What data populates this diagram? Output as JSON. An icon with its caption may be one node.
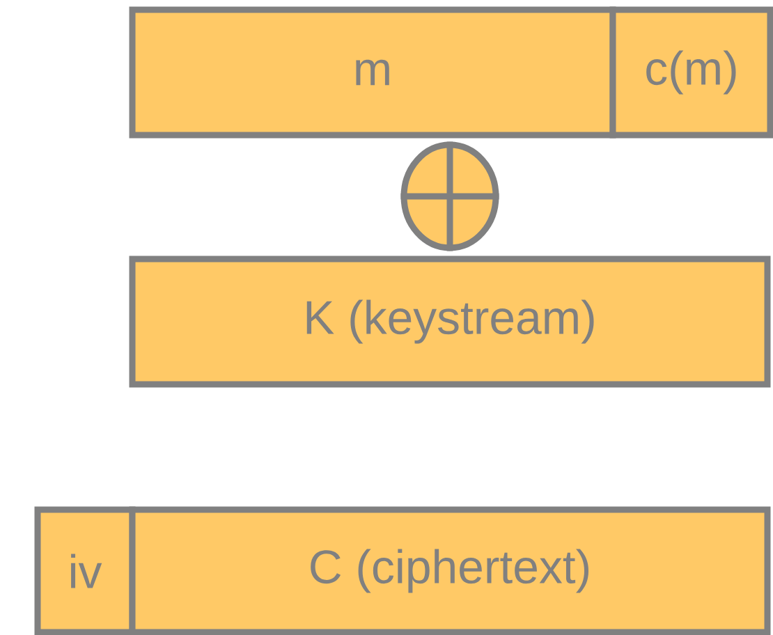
{
  "diagram": {
    "nodes": [
      {
        "text": [
          "m"
        ]
      },
      {
        "text": [
          "c(m)"
        ]
      },
      {
        "text": [],
        "shape": "circle"
      },
      {
        "text": [
          "K  (keystream)"
        ]
      },
      {
        "text": [
          "iv"
        ]
      },
      {
        "text": [
          "C  (ciphertext)"
        ]
      }
    ]
  }
}
